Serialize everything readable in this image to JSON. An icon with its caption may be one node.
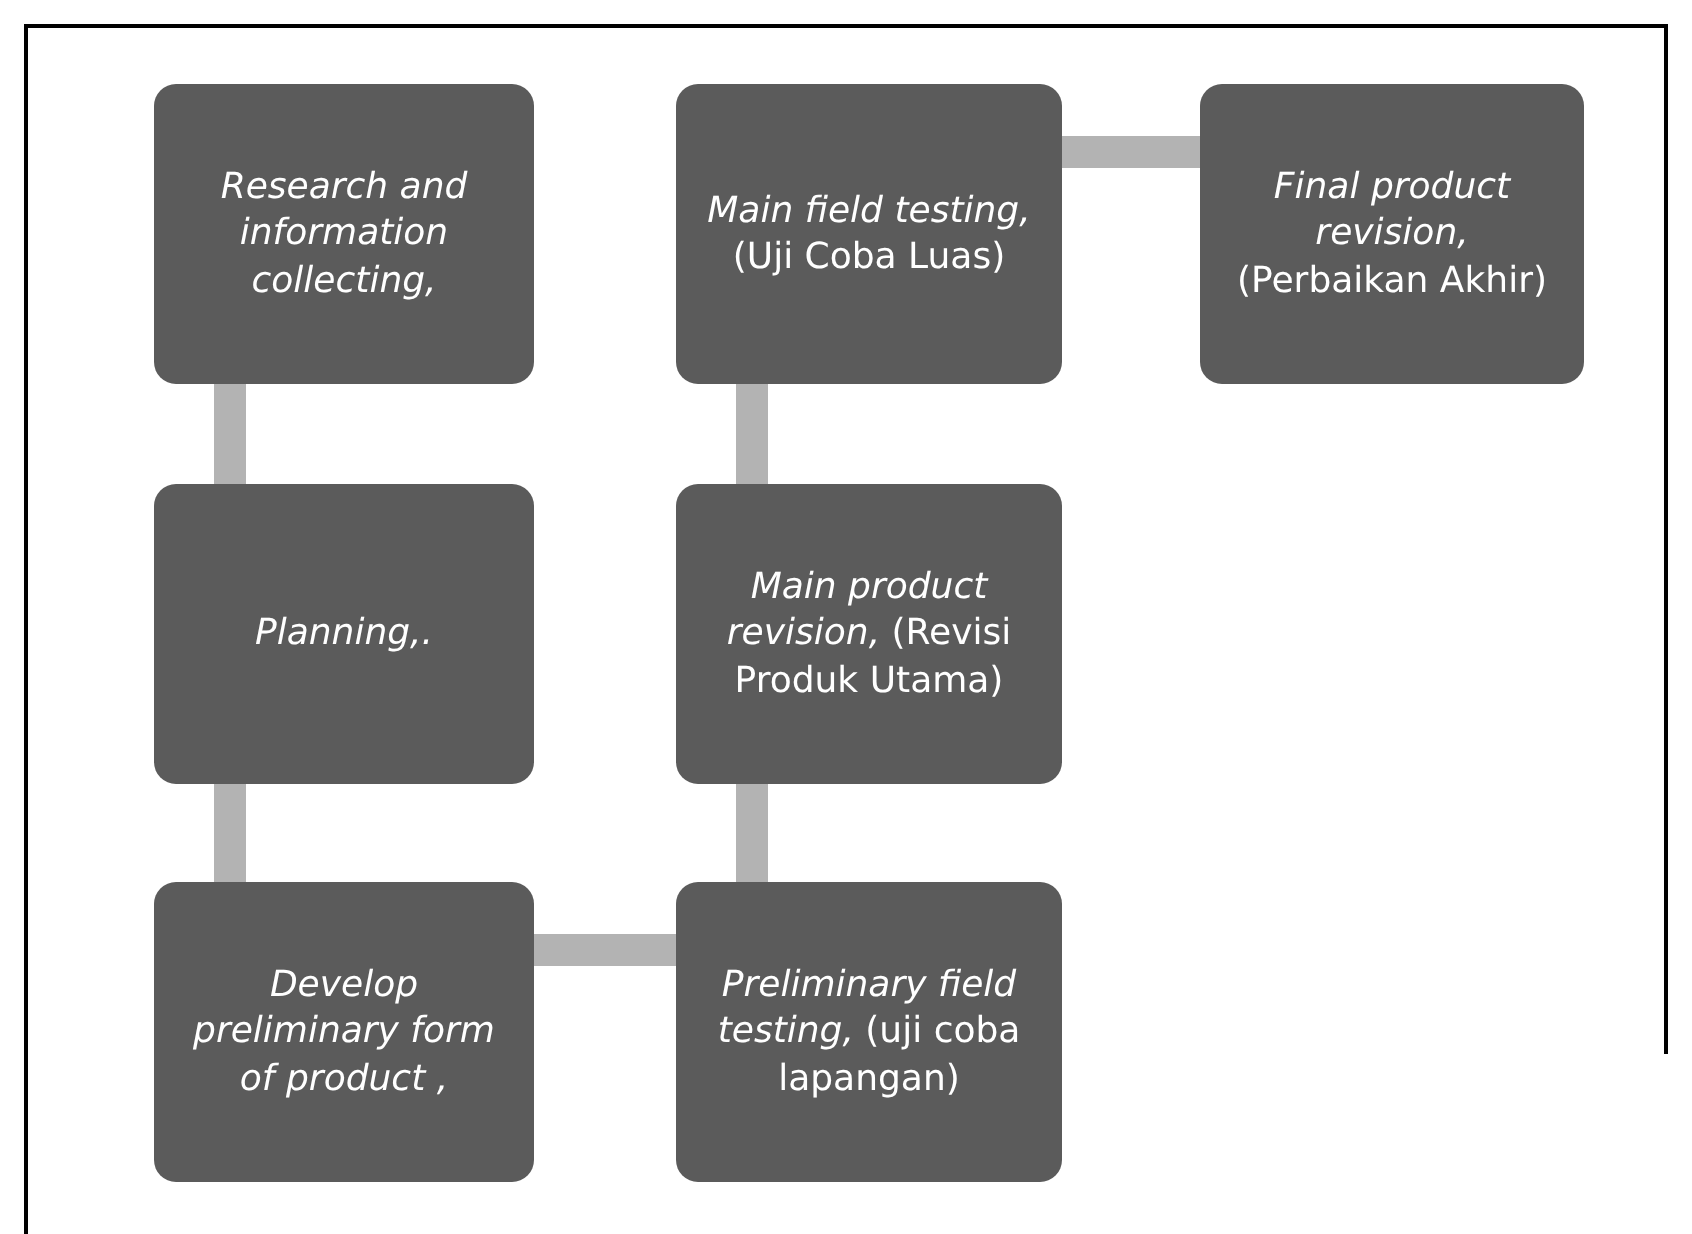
{
  "diagram": {
    "nodes": [
      {
        "text": [
          "*Research and information collecting,*"
        ]
      },
      {
        "text": [
          "*Main field testing,* (Uji Coba Luas)"
        ]
      },
      {
        "text": [
          "*Final product revision,* (Perbaikan Akhir)"
        ]
      },
      {
        "text": [
          "*Planning,.*"
        ]
      },
      {
        "text": [
          "*Main product revision,* (Revisi Produk Utama)"
        ]
      },
      {
        "text": [
          "*Develop preliminary form of product ,*"
        ]
      },
      {
        "text": [
          "*Preliminary field testing,* (uji coba lapangan)"
        ]
      }
    ],
    "edges": [
      {
        "from": 0,
        "to": 3,
        "arrow": "none"
      },
      {
        "from": 3,
        "to": 5,
        "arrow": "none"
      },
      {
        "from": 5,
        "to": 6,
        "arrow": "none"
      },
      {
        "from": 6,
        "to": 4,
        "arrow": "none"
      },
      {
        "from": 4,
        "to": 1,
        "arrow": "none"
      },
      {
        "from": 1,
        "to": 2,
        "arrow": "none"
      }
    ]
  }
}
